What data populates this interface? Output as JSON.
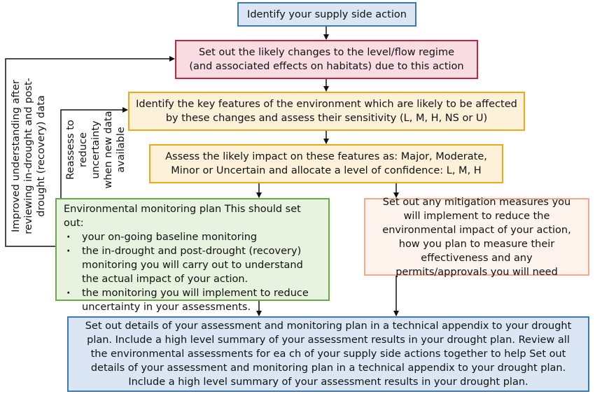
{
  "boxes": {
    "identify_action": "Identify your supply side action",
    "set_out_changes": "Set out the likely changes to the level/flow regime (and associated effects on habitats) due to this action",
    "identify_features": "Identify the key features of the environment which are likely to be affected by these changes and assess their sensitivity (L, M, H, NS or U)",
    "assess_impact": "Assess the likely impact on these features as: Major, Moderate, Minor or Uncertain and allocate a level of confidence: L, M, H",
    "monitoring_plan": {
      "title": "Environmental monitoring plan This should set out:",
      "items": [
        "your on-going baseline monitoring",
        "the in-drought and post-drought (recovery) monitoring you will carry out to understand the actual impact of your action.",
        "the monitoring you will implement to reduce uncertainty in your assessments."
      ]
    },
    "mitigation": "Set out any mitigation measures you will implement to reduce the environmental impact of your action, how you plan to measure their effectiveness and any permits/approvals you will need",
    "final": "Set out details of your assessment and monitoring plan in a technical appendix to your drought plan. Include a high level summary of your assessment results in your drought plan. Review all the environmental assessments for ea ch of your supply side actions together to help Set out details of your assessment and monitoring plan in a technical appendix to your drought plan. Include a high level summary of your assessment results in your drought plan."
  },
  "feedback_labels": {
    "outer": "Improved understanding after reviewing in-drought and post-drought (recovery) data",
    "inner": "Reassess to reduce uncertainty when new data available"
  },
  "colors": {
    "blue_fill": "#dae6f3",
    "blue_border": "#3c78b4",
    "red_fill": "#f9dde3",
    "red_border": "#c8243f",
    "yellow_fill": "#fdf1da",
    "yellow_border": "#f0a818",
    "green_fill": "#e7f2df",
    "green_border": "#6aaa46",
    "orange_fill": "#fff3ee",
    "orange_border": "#f4a98a"
  }
}
